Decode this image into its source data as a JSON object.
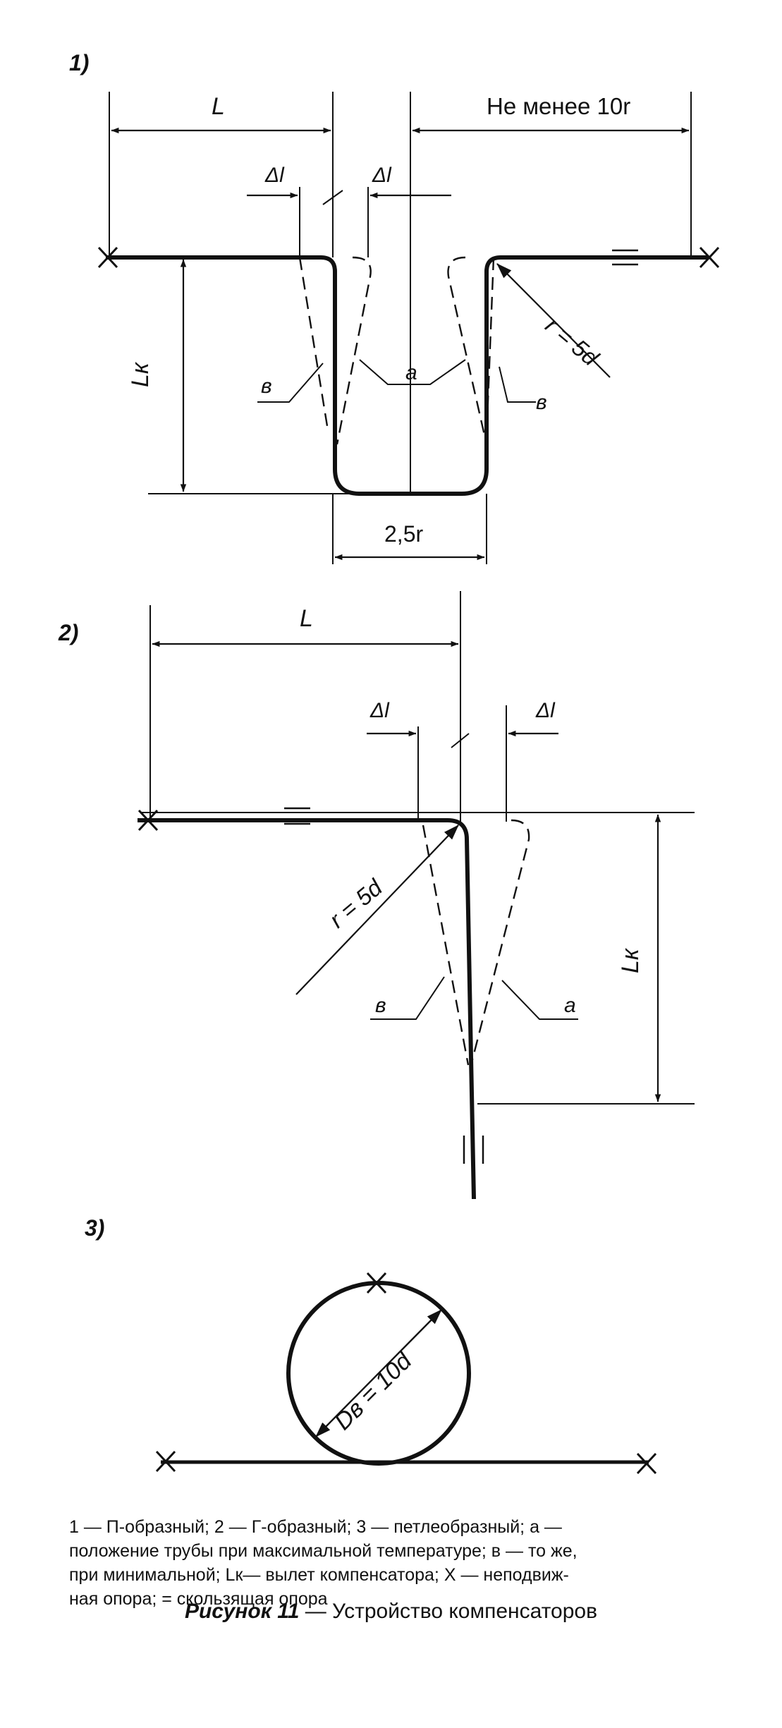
{
  "panel1": {
    "number": "1)",
    "dim_L": "L",
    "dim_min": "Не менее 10r",
    "delta_left": "Δl",
    "delta_right": "Δl",
    "Lk": "Lк",
    "radius": "r = 5d",
    "label_b_left": "в",
    "label_a": "а",
    "label_b_right": "в",
    "width": "2,5r"
  },
  "panel2": {
    "number": "2)",
    "dim_L": "L",
    "delta_left": "Δl",
    "delta_right": "Δl",
    "radius": "r = 5d",
    "Lk": "Lк",
    "label_b": "в",
    "label_a": "а"
  },
  "panel3": {
    "number": "3)",
    "diameter": "Dв = 10d"
  },
  "caption": {
    "line1": "1 — П-образный; 2 — Г-образный; 3 — петлеобразный; а —",
    "line2": "положение трубы при максимальной температуре; в — то же,",
    "line3": "при минимальной; Lк— вылет компенсатора; X — неподвиж-",
    "line4": "ная опора; = скользящая опора"
  },
  "figure_title": {
    "label": "Рисунок 11",
    "text": " — Устройство компенсаторов"
  }
}
